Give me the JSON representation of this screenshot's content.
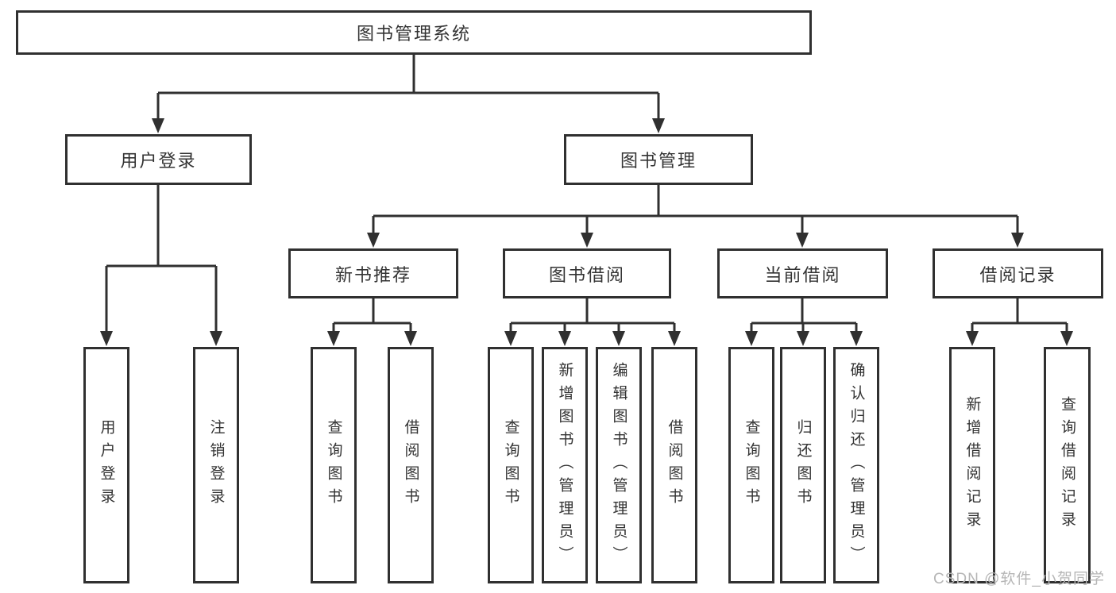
{
  "diagram": {
    "root": "图书管理系统",
    "branches": {
      "user_login": {
        "label": "用户登录",
        "children": [
          "用户登录",
          "注销登录"
        ]
      },
      "book_management": {
        "label": "图书管理",
        "sections": [
          {
            "label": "新书推荐",
            "children": [
              "查询图书",
              "借阅图书"
            ]
          },
          {
            "label": "图书借阅",
            "children": [
              "查询图书",
              "新增图书（管理员）",
              "编辑图书（管理员）",
              "借阅图书"
            ]
          },
          {
            "label": "当前借阅",
            "children": [
              "查询图书",
              "归还图书",
              "确认归还（管理员）"
            ]
          },
          {
            "label": "借阅记录",
            "children": [
              "新增借阅记录",
              "查询借阅记录"
            ]
          }
        ]
      }
    }
  },
  "watermark": {
    "text": "CSDN @软件_小贺同学",
    "color": "#b6b6b6"
  },
  "colors": {
    "line": "#303030",
    "box_border": "#303030",
    "box_fill": "#ffffff",
    "text": "#333333",
    "background": "#ffffff"
  }
}
